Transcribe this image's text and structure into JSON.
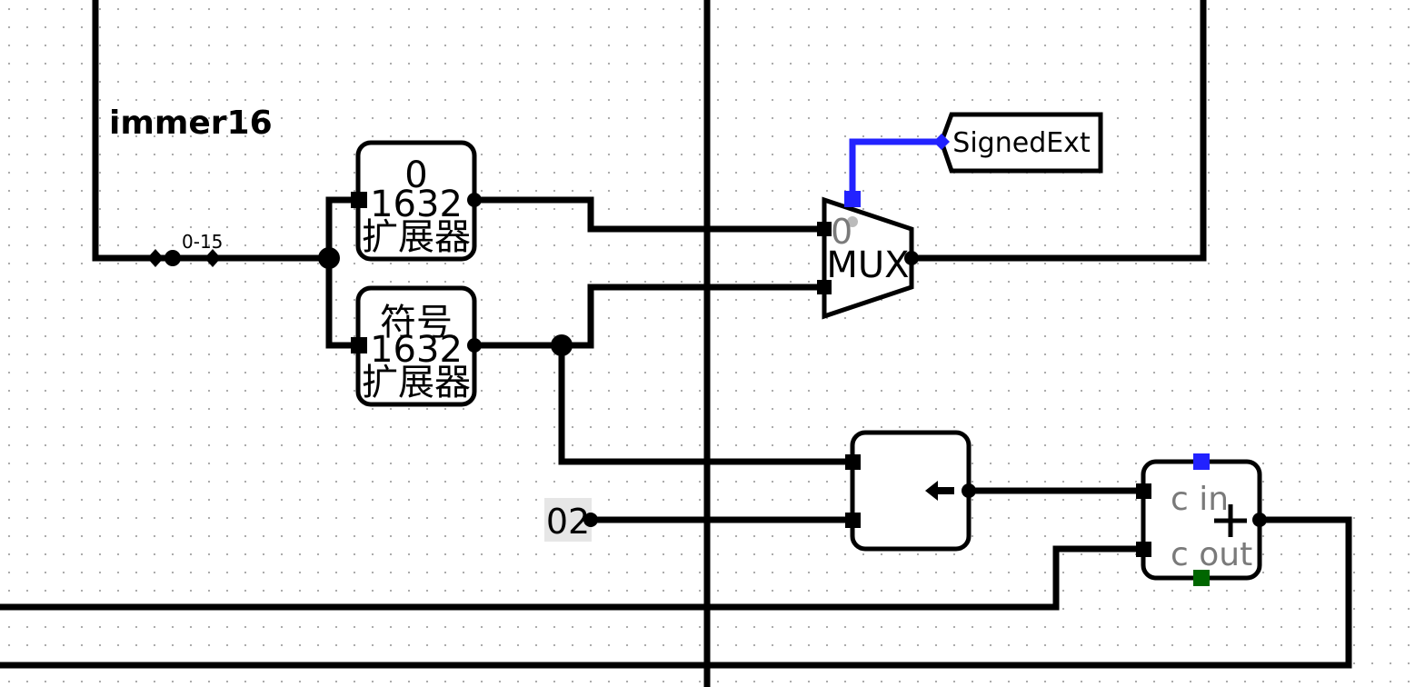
{
  "tunnel_label": "immer16",
  "splitter_label": "0-15",
  "zero_extender": {
    "line1": "0",
    "line2": "1632",
    "line3": "扩展器"
  },
  "sign_extender": {
    "line1": "符号",
    "line2": "1632",
    "line3": "扩展器"
  },
  "mux": {
    "label": "MUX",
    "input0_label": "0"
  },
  "signed_ext_tag": "SignedExt",
  "shifter": {
    "symbol": "←"
  },
  "constant": "02",
  "adder": {
    "carry_in": "c in",
    "carry_out": "c out",
    "symbol": "+"
  },
  "colors": {
    "wire": "#000000",
    "selected_wire": "#2222ff",
    "carry_out_pin": "#006600",
    "constant_bg": "#e6e6e6"
  }
}
